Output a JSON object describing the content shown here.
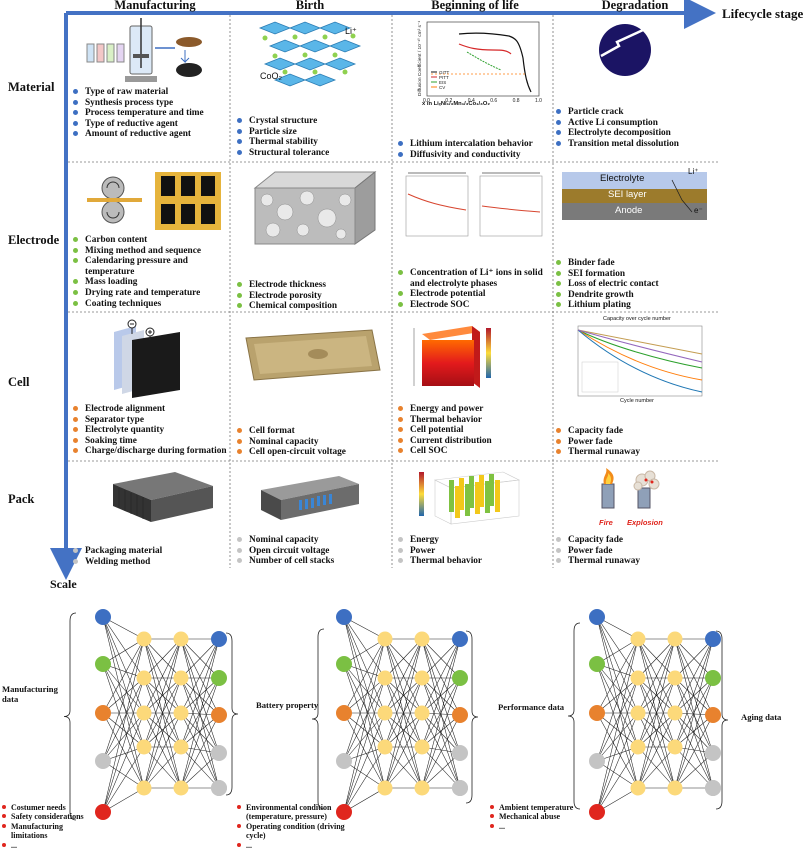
{
  "axes": {
    "x_label": "Lifecycle stage",
    "y_label": "Scale",
    "columns": [
      "Manufacturing",
      "Birth",
      "Beginning of life",
      "Degradation"
    ],
    "rows": [
      "Material",
      "Electrode",
      "Cell",
      "Pack"
    ]
  },
  "cells": {
    "material": {
      "manufacturing": [
        "Type of raw material",
        "Synthesis process type",
        " Process temperature and time",
        "Type of reductive agent",
        "Amount of reductive agent"
      ],
      "birth": [
        "Crystal structure",
        "Particle size",
        "Thermal stability",
        "Structural tolerance"
      ],
      "bol": [
        "Lithium intercalation behavior",
        "Diffusivity and conductivity"
      ],
      "degradation": [
        "Particle crack",
        "Active Li consumption",
        "Electrolyte decomposition",
        "Transition metal dissolution"
      ]
    },
    "electrode": {
      "manufacturing": [
        "Carbon content",
        "Mixing method and sequence",
        "Calendaring pressure and temperature",
        "Mass loading",
        "Drying rate and temperature",
        "Coating techniques"
      ],
      "birth": [
        "Electrode thickness",
        "Electrode porosity",
        "Chemical composition"
      ],
      "bol": [
        "Concentration of Li⁺ ions in solid and electrolyte phases",
        "Electrode potential",
        "Electrode SOC"
      ],
      "degradation": [
        "Binder fade",
        "SEI formation",
        "Loss of electric contact",
        "Dendrite growth",
        "Lithium plating"
      ]
    },
    "cell": {
      "manufacturing": [
        "Electrode alignment",
        "Separator type",
        "Electrolyte quantity",
        "Soaking time",
        "Charge/discharge during formation"
      ],
      "birth": [
        "Cell format",
        "Nominal capacity",
        "Cell open-circuit voltage"
      ],
      "bol": [
        "Energy and power",
        "Thermal behavior",
        "Cell potential",
        "Current distribution",
        "Cell SOC"
      ],
      "degradation": [
        "Capacity fade",
        "Power fade",
        "Thermal runaway"
      ]
    },
    "pack": {
      "manufacturing": [
        "Packaging material",
        "Welding method"
      ],
      "birth": [
        "Nominal capacity",
        "Open circuit voltage",
        "Number of cell stacks"
      ],
      "bol": [
        "Energy",
        "Power",
        "Thermal behavior"
      ],
      "degradation": [
        "Capacity fade",
        "Power fade",
        "Thermal runaway"
      ]
    }
  },
  "illustrations": {
    "cooxide_label": "CoO₂",
    "li_label": "Li⁺",
    "sei": {
      "electrolyte": "Electrolyte",
      "sei_layer": "SEI layer",
      "anode": "Anode",
      "li": "Li⁺",
      "e": "e⁻"
    },
    "capacity_chart_title": "Capacity over cycle number",
    "capacity_chart_xlabel": "Cycle number",
    "fire_label": "Fire",
    "explosion_label": "Explosion",
    "diffusion": {
      "ylabel": "Diffusion Coefficient / 10⁻¹⁰ cm² s⁻¹",
      "xlabel": "x in LiₓNi₁/₃Mn₁/₃Co₁/₃O₂",
      "legend": [
        "GITT",
        "PITT",
        "EIS",
        "CV"
      ],
      "xticks": [
        "0.0",
        "0.2",
        "0.4",
        "0.6",
        "0.8",
        "1.0"
      ]
    }
  },
  "network": {
    "labels": [
      "Manufacturing data",
      "Battery property",
      "Performance data",
      "Aging data"
    ],
    "notes_1": [
      "Costumer needs",
      "Safety considerations",
      "Manufacturing limitations",
      "..."
    ],
    "notes_2": [
      "Environmental condition (temperature, pressure)",
      "Operating condition (driving cycle)",
      "..."
    ],
    "notes_3": [
      "Ambient temperature",
      "Mechanical abuse",
      "..."
    ]
  },
  "colors": {
    "axis": "#4472c4",
    "blue": "#3d6fc2",
    "green": "#7bc043",
    "orange": "#e8822e",
    "gray": "#c4c4c4",
    "red": "#e0261e",
    "yellow": "#fcd97a"
  }
}
